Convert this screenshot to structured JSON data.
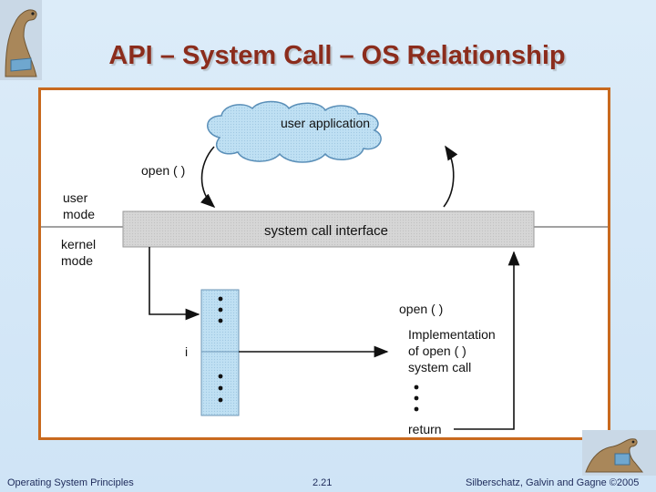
{
  "slide": {
    "title": "API – System Call – OS Relationship"
  },
  "diagram": {
    "user_application": "user application",
    "open_call_top": "open ( )",
    "user_mode_line1": "user",
    "user_mode_line2": "mode",
    "kernel_mode_line1": "kernel",
    "kernel_mode_line2": "mode",
    "system_call_interface": "system call interface",
    "open_call_right": "open ( )",
    "index_label": "i",
    "impl_line1": "Implementation",
    "impl_line2": "of open ( )",
    "impl_line3": "system call",
    "return_label": "return"
  },
  "footer": {
    "left": "Operating System Principles",
    "center": "2.21",
    "right": "Silberschatz, Galvin and Gagne ©2005"
  },
  "colors": {
    "title": "#8b2c1c",
    "frame_border": "#c8691e",
    "cloud_fill": "#bfe0f3",
    "interface_bar": "#d4d4d4"
  }
}
